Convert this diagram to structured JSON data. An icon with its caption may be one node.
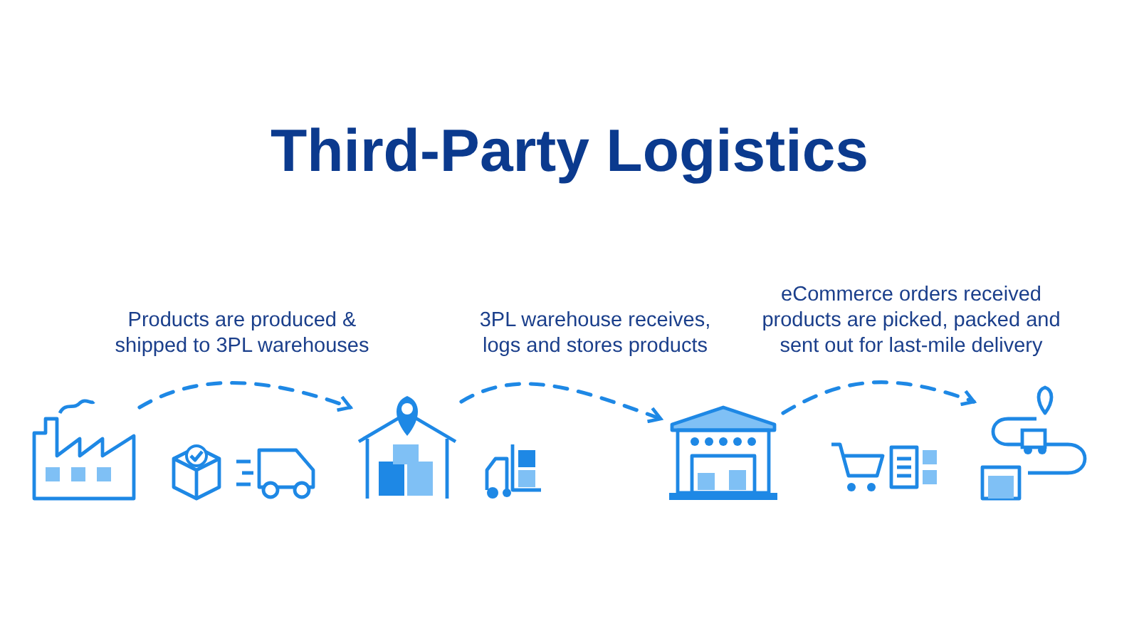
{
  "diagram": {
    "title": "Third-Party Logistics",
    "nodes": [
      {
        "text": [],
        "shape": "picture"
      },
      {
        "text": [],
        "shape": "picture"
      },
      {
        "text": [],
        "shape": "picture"
      },
      {
        "text": [],
        "shape": "picture"
      }
    ],
    "edges": [
      {
        "from": 0,
        "to": 1,
        "arrow": "to",
        "style": "dashed",
        "label": "Products are produced & shipped to 3PL warehouses"
      },
      {
        "from": 1,
        "to": 2,
        "arrow": "to",
        "style": "dashed",
        "label": "3PL warehouse receives, logs and stores products"
      },
      {
        "from": 2,
        "to": 3,
        "arrow": "to",
        "style": "dashed",
        "label": "eCommerce orders received products are picked, packed and sent out for last-mile delivery"
      }
    ]
  }
}
